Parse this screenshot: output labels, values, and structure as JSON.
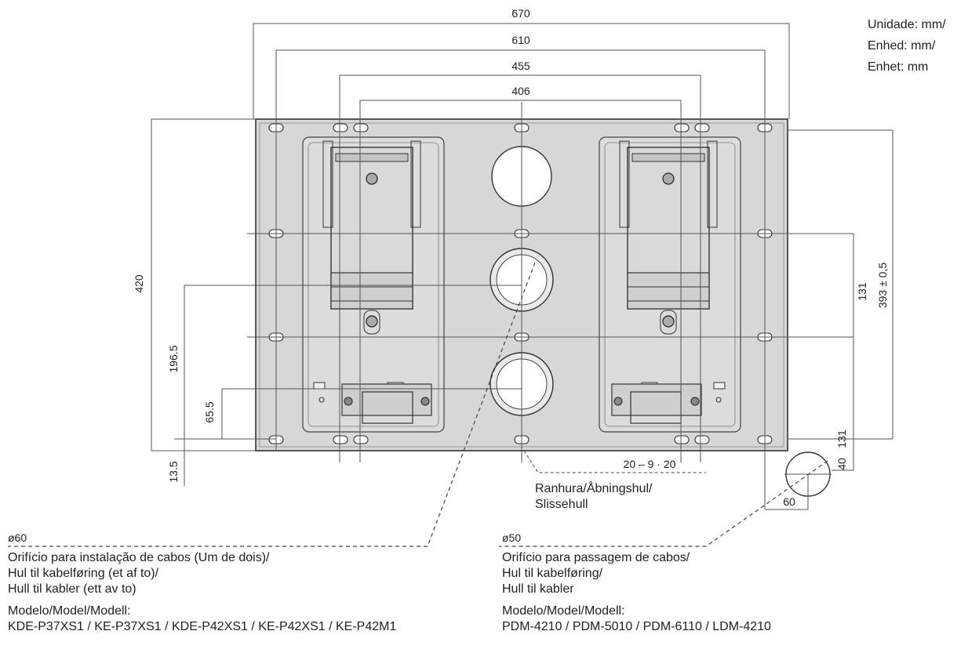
{
  "units": [
    "Unidade: mm/",
    "Enhed: mm/",
    "Enhet: mm"
  ],
  "dimensions": {
    "w670": "670",
    "w610": "610",
    "w455": "455",
    "w406": "406",
    "h420": "420",
    "h196_5": "196.5",
    "h65_5": "65.5",
    "h13_5": "13.5",
    "h131a": "131",
    "h393": "393 ± 0,5",
    "h131b": "131",
    "h40": "40",
    "slot": "20 – 9 · 20",
    "w60": "60"
  },
  "slot_label": [
    "Ranhura/Åbningshul/",
    "Slissehull"
  ],
  "left_note": {
    "diameter": "ø60",
    "lines": [
      "Orifício para instalação de cabos (Um de dois)/",
      "Hul til kabelføring (et af to)/",
      "Hull til kabler (ett av to)"
    ],
    "model_label": "Modelo/Model/Modell:",
    "models": "KDE-P37XS1 / KE-P37XS1 / KDE-P42XS1 / KE-P42XS1 / KE-P42M1"
  },
  "right_note": {
    "diameter": "ø50",
    "lines": [
      "Orifício para passagem de cabos/",
      "Hul til kabelføring/",
      "Hull til kabler"
    ],
    "model_label": "Modelo/Model/Modell:",
    "models": "PDM-4210 / PDM-5010 / PDM-6110 / LDM-4210"
  }
}
